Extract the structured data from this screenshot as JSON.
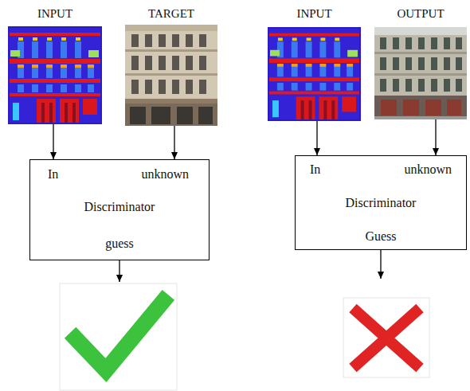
{
  "diagram": {
    "nodes": [
      {
        "text": [
          "INPUT"
        ]
      },
      {
        "text": [
          "TARGET"
        ]
      },
      {
        "text": [
          "In",
          "unknown",
          "Discriminator",
          "guess"
        ]
      },
      {
        "text": [
          "INPUT"
        ]
      },
      {
        "text": [
          "OUTPUT"
        ]
      },
      {
        "text": [
          "In",
          "unknown",
          "Discriminator",
          "Guess"
        ]
      }
    ],
    "edges": [
      {
        "from": 0,
        "to": 2,
        "arrow": "to"
      },
      {
        "from": 1,
        "to": 2,
        "arrow": "to"
      },
      {
        "from": 3,
        "to": 5,
        "arrow": "to"
      },
      {
        "from": 4,
        "to": 5,
        "arrow": "to"
      }
    ]
  }
}
